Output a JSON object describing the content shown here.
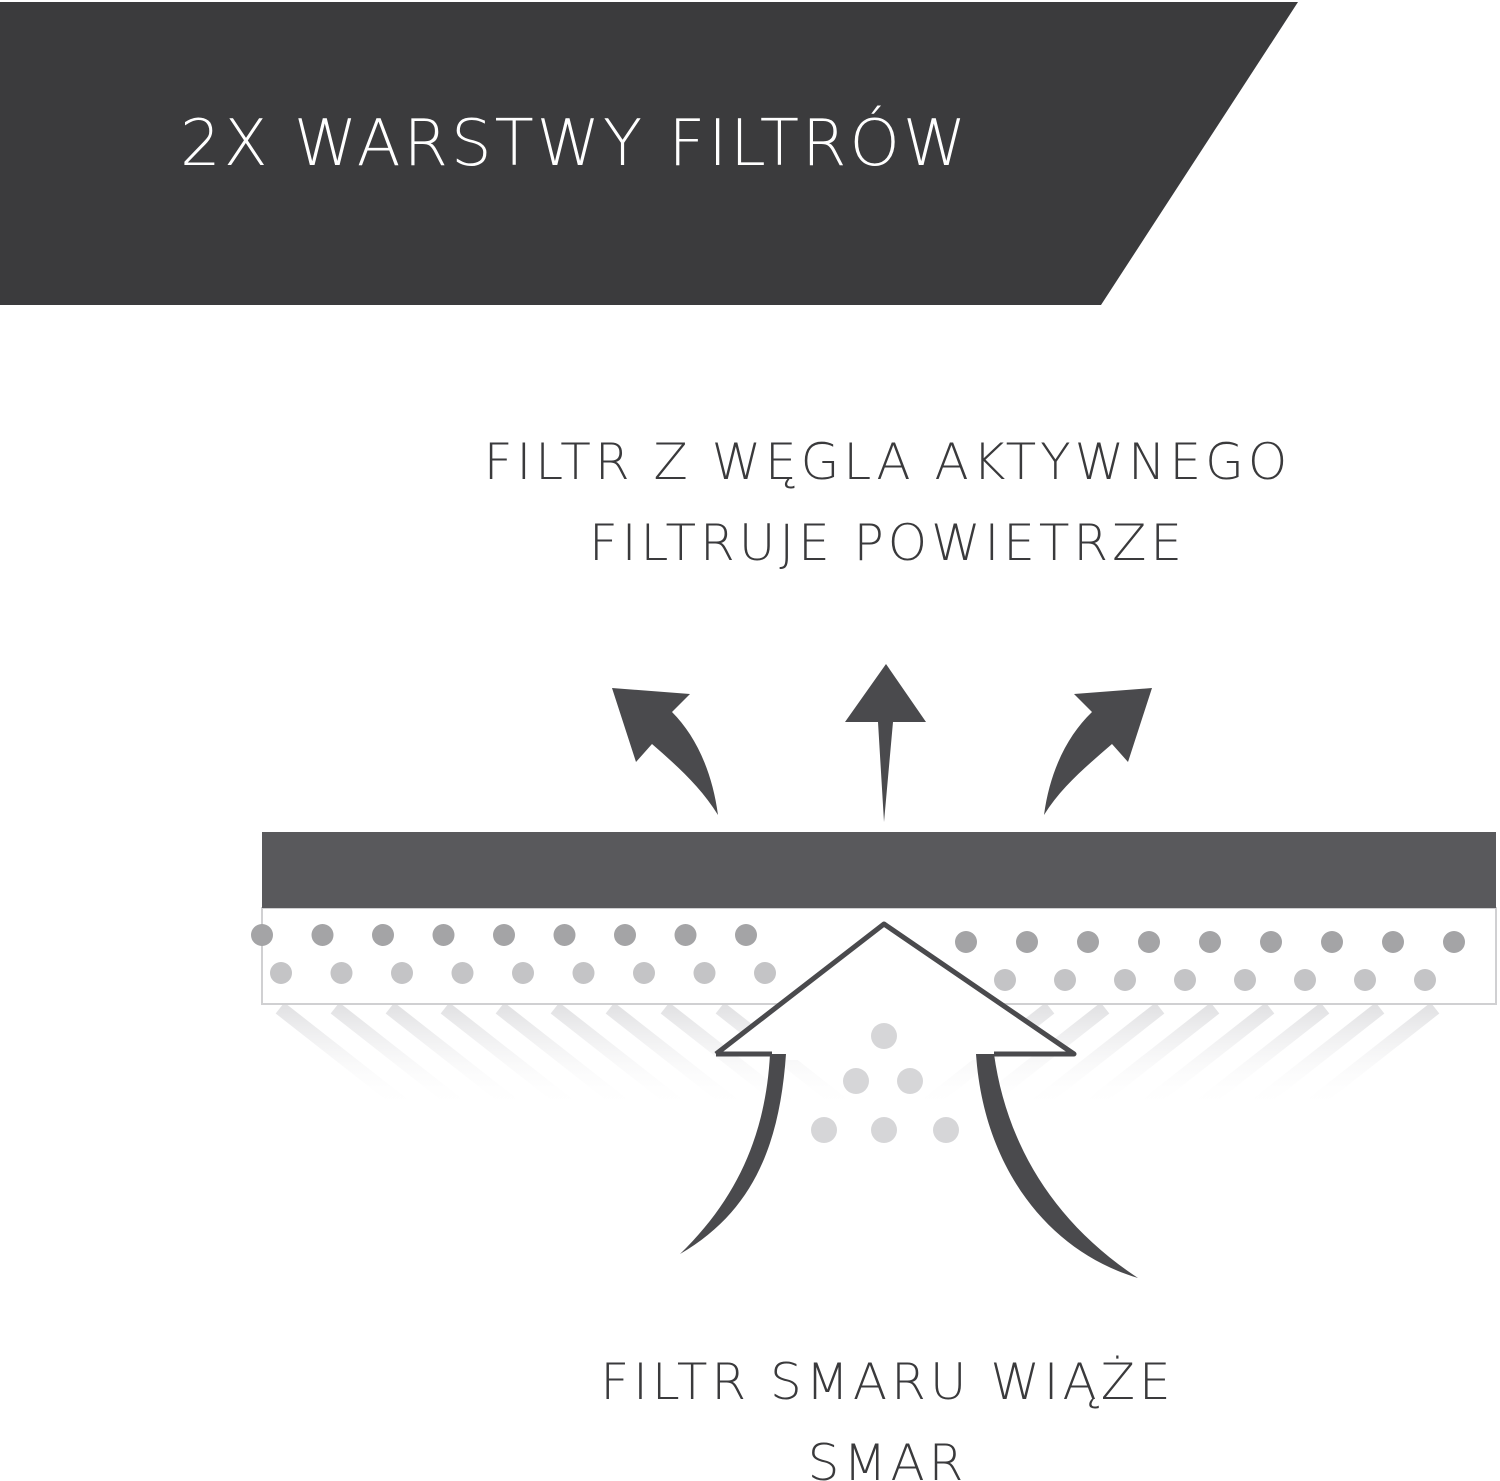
{
  "banner": {
    "title": "2X WARSTWY FILTRÓW",
    "background_color": "#3b3b3d",
    "text_color": "#ffffff"
  },
  "diagram": {
    "top_caption": {
      "line1": "FILTR Z WĘGLA AKTYWNEGO",
      "line2": "FILTRUJE POWIETRZE"
    },
    "bottom_caption": {
      "line1": "FILTR SMARU WIĄŻE",
      "line2": "SMAR"
    },
    "colors": {
      "carbon_layer": "#59595c",
      "arrows": "#4a4a4d",
      "grease_dots": "#a4a4a6",
      "grease_dots_light": "#c4c4c6",
      "particles": "#d6d6d8",
      "caption_text": "#3a3a3c"
    },
    "icons": [
      "curved-arrow-left-icon",
      "arrow-up-icon",
      "curved-arrow-right-icon",
      "large-inflow-arrow-icon"
    ]
  }
}
